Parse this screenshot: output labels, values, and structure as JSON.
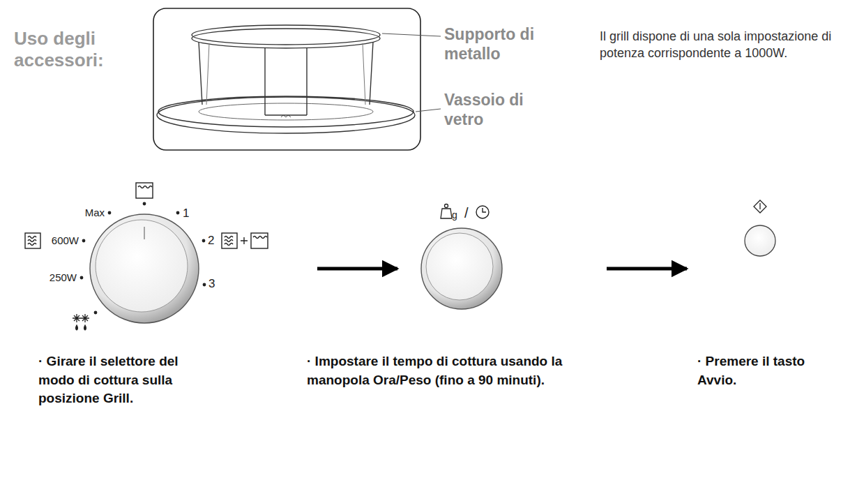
{
  "diagram": {
    "labels": [
      "Uso degli accessori:",
      "Supporto di metallo",
      "Vassoio di vetro",
      "Il grill dispone di una sola impostazione di potenza corrispondente a 1000W.",
      "Max",
      "1",
      "2",
      "3",
      "600W",
      "250W",
      "g",
      "/",
      "· Girare il selettore del modo di cottura sulla posizione Grill.",
      "· Impostare il tempo di cottura usando la manopola Ora/Peso (fino a 90 minuti).",
      "· Premere il tasto Avvio."
    ]
  }
}
